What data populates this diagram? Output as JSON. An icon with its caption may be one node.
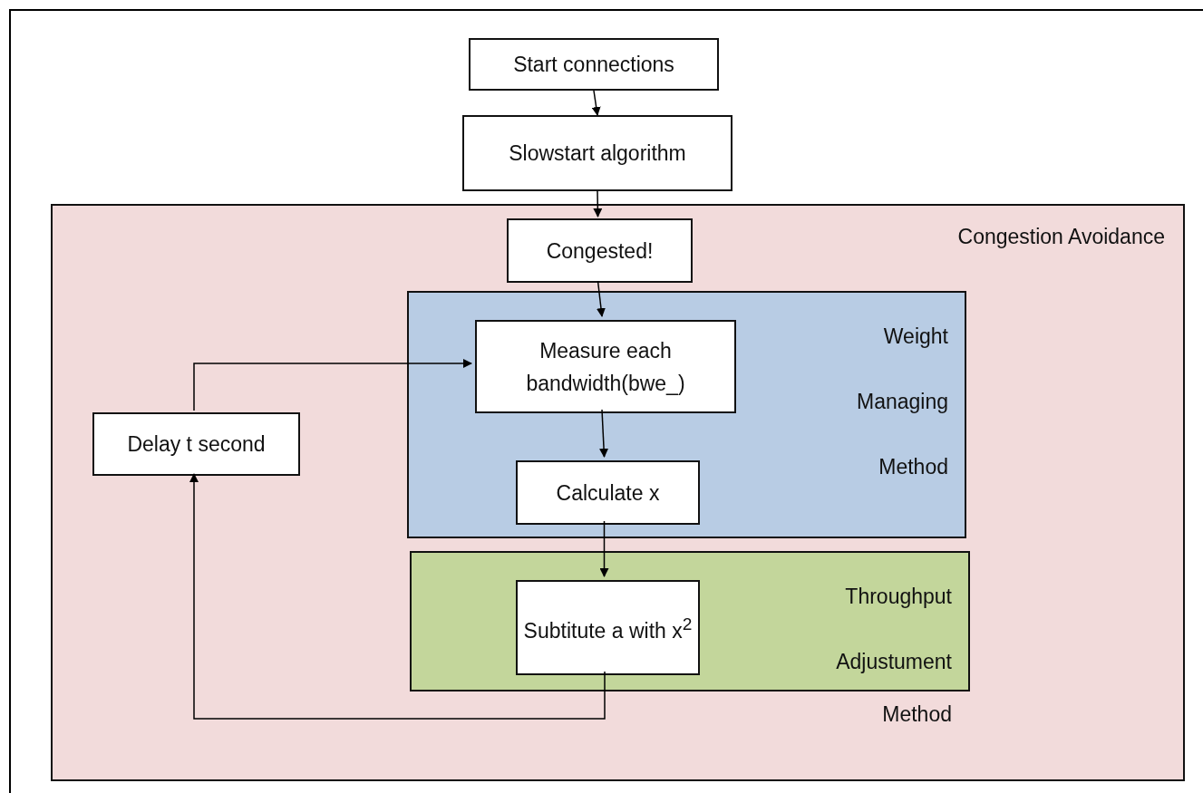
{
  "diagram": {
    "nodes": [
      {
        "text": [
          "Start connections"
        ]
      },
      {
        "text": [
          "Slowstart algorithm"
        ]
      },
      {
        "text": [
          "Congestion Avoidance"
        ]
      },
      {
        "text": [
          "Congested!"
        ],
        "in": 2
      },
      {
        "text": [
          "Weight Managing Method"
        ],
        "in": 2
      },
      {
        "text": [
          "Measure each bandwidth(bwe_)"
        ],
        "in": 4
      },
      {
        "text": [
          "Calculate x"
        ],
        "in": 4
      },
      {
        "text": [
          "Delay t second"
        ],
        "in": 2
      },
      {
        "text": [
          "Throughput Adjustument",
          "Method"
        ],
        "in": 2
      },
      {
        "text": [
          "Subtitute a with x$^{2}$"
        ],
        "in": 8
      }
    ],
    "edges": [
      {
        "from": 0,
        "to": 1,
        "arrow": "to"
      },
      {
        "from": 1,
        "to": 3,
        "arrow": "to"
      },
      {
        "from": 3,
        "to": 5,
        "arrow": "to"
      },
      {
        "from": 5,
        "to": 6,
        "arrow": "to"
      },
      {
        "from": 6,
        "to": 9,
        "arrow": "to"
      },
      {
        "from": 9,
        "to": 7,
        "arrow": "to"
      },
      {
        "from": 7,
        "to": 5,
        "arrow": "to"
      }
    ]
  }
}
